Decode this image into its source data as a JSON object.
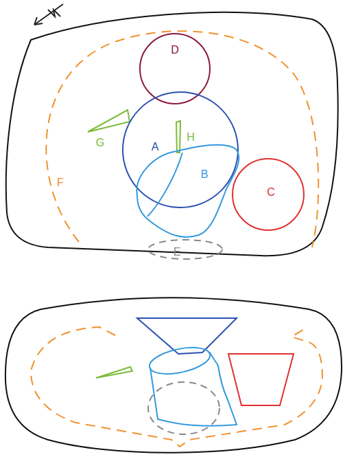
{
  "diagram": {
    "nodes": [
      {
        "text": [
          "D"
        ]
      },
      {
        "text": [
          "A"
        ]
      },
      {
        "text": [
          "B"
        ]
      },
      {
        "text": [
          "C"
        ]
      },
      {
        "text": [
          "E"
        ]
      }
    ],
    "labels": [
      "F",
      "G",
      "H"
    ]
  }
}
